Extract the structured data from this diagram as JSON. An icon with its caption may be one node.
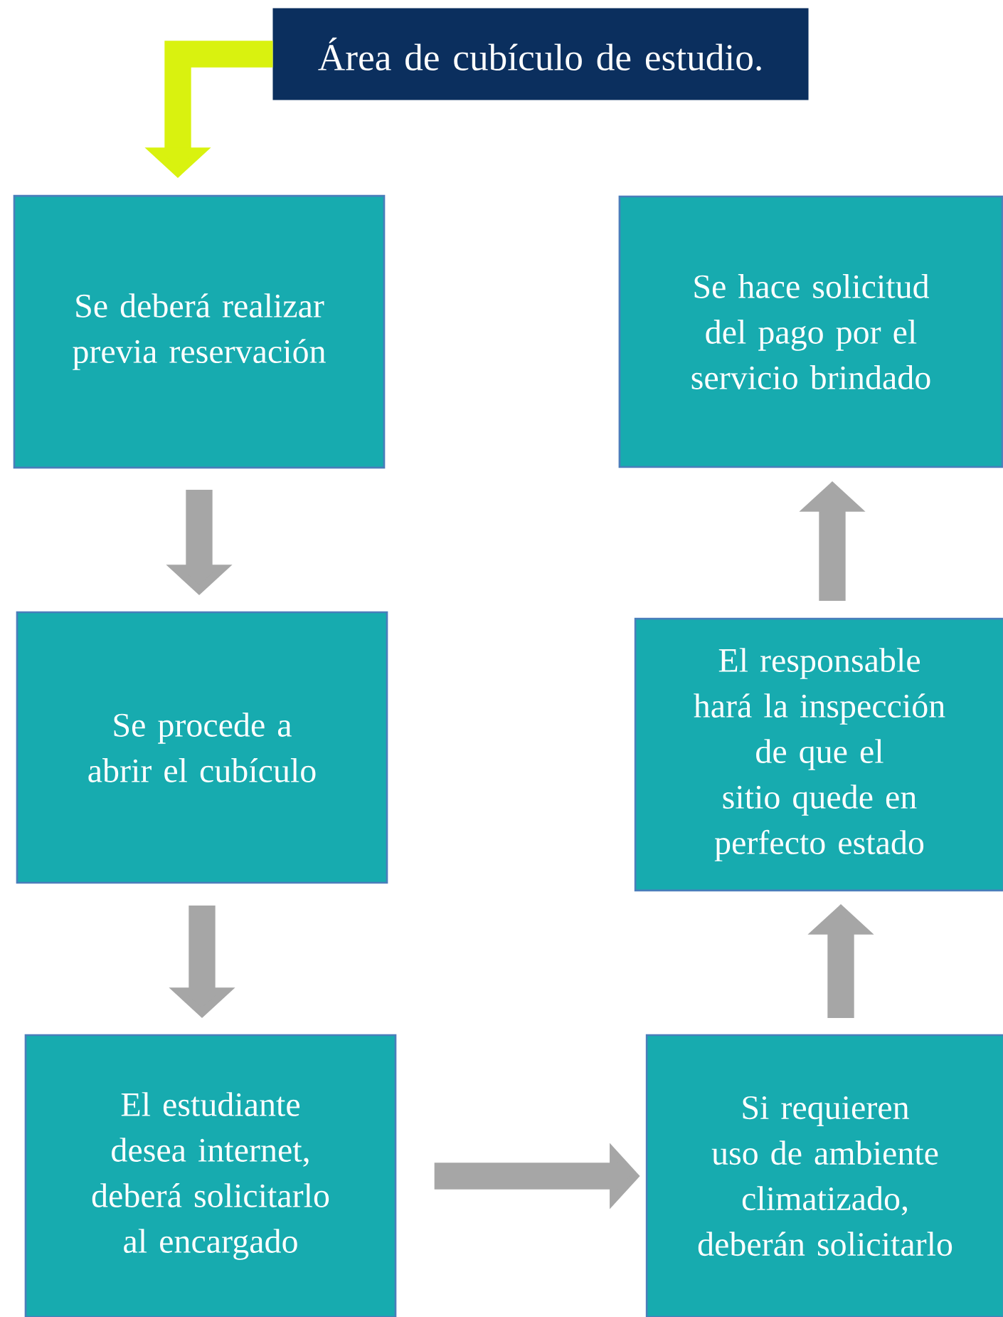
{
  "diagram": {
    "nodes": [
      {
        "text": [
          "Área de cubículo de estudio."
        ]
      },
      {
        "text": [
          "Se deberá realizar previa reservación"
        ]
      },
      {
        "text": [
          "Se procede a abrir el cubículo"
        ]
      },
      {
        "text": [
          "El estudiante desea internet, deberá solicitarlo al encargado"
        ]
      },
      {
        "text": [
          "Si requieren uso de ambiente climatizado, deberán solicitarlo"
        ]
      },
      {
        "text": [
          "El responsable hará la inspección de que el sitio quede en perfecto estado"
        ]
      },
      {
        "text": [
          "Se hace solicitud del pago por el servicio brindado"
        ]
      }
    ],
    "edges": [
      {
        "from": 0,
        "to": 1,
        "arrow": "to",
        "color": "#d9f20f"
      },
      {
        "from": 1,
        "to": 2,
        "arrow": "to"
      },
      {
        "from": 2,
        "to": 3,
        "arrow": "to"
      },
      {
        "from": 3,
        "to": 4,
        "arrow": "to"
      },
      {
        "from": 4,
        "to": 5,
        "arrow": "to"
      },
      {
        "from": 5,
        "to": 6,
        "arrow": "to"
      }
    ]
  }
}
